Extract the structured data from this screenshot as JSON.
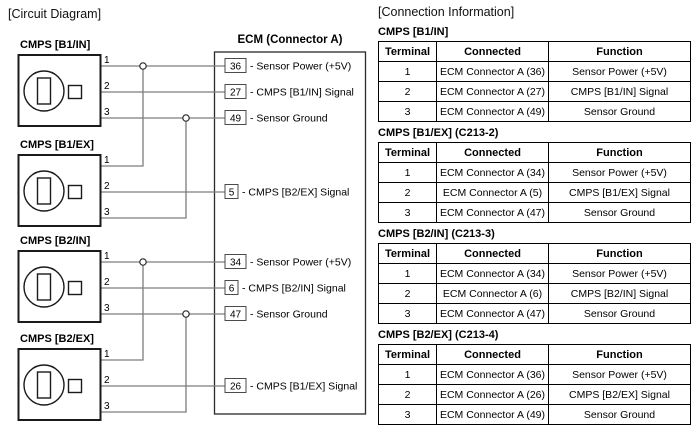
{
  "colors": {
    "wire_gray": "#7d7d7d",
    "line_black": "#1a1a1a",
    "text": "#000000",
    "background": "#ffffff"
  },
  "circuit": {
    "section_title": "[Circuit Diagram]",
    "ecm": {
      "title": "ECM (Connector A)"
    },
    "pin_labels": [
      "1",
      "2",
      "3"
    ],
    "sensors": [
      {
        "label": "CMPS [B1/IN]"
      },
      {
        "label": "CMPS [B1/EX]"
      },
      {
        "label": "CMPS [B2/IN]"
      },
      {
        "label": "CMPS [B2/EX]"
      }
    ],
    "ecm_pins": [
      {
        "num": "36",
        "label": "- Sensor Power (+5V)"
      },
      {
        "num": "27",
        "label": "- CMPS [B1/IN] Signal"
      },
      {
        "num": "49",
        "label": "- Sensor Ground"
      },
      {
        "num": "5",
        "label": "- CMPS [B2/EX] Signal"
      },
      {
        "num": "34",
        "label": "- Sensor Power (+5V)"
      },
      {
        "num": "6",
        "label": "- CMPS [B2/IN] Signal"
      },
      {
        "num": "47",
        "label": "- Sensor Ground"
      },
      {
        "num": "26",
        "label": "- CMPS [B1/EX] Signal"
      }
    ]
  },
  "connection_info": {
    "section_title": "[Connection Information]",
    "headers": {
      "terminal": "Terminal",
      "connected": "Connected",
      "function": "Function"
    },
    "tables": [
      {
        "title": "CMPS [B1/IN]",
        "rows": [
          [
            "1",
            "ECM Connector A (36)",
            "Sensor Power (+5V)"
          ],
          [
            "2",
            "ECM Connector A (27)",
            "CMPS [B1/IN] Signal"
          ],
          [
            "3",
            "ECM Connector A (49)",
            "Sensor Ground"
          ]
        ]
      },
      {
        "title": "CMPS [B1/EX] (C213-2)",
        "rows": [
          [
            "1",
            "ECM Connector A (34)",
            "Sensor Power (+5V)"
          ],
          [
            "2",
            "ECM Connector A (5)",
            "CMPS [B1/EX] Signal"
          ],
          [
            "3",
            "ECM Connector A (47)",
            "Sensor Ground"
          ]
        ]
      },
      {
        "title": "CMPS [B2/IN] (C213-3)",
        "rows": [
          [
            "1",
            "ECM Connector A (34)",
            "Sensor Power (+5V)"
          ],
          [
            "2",
            "ECM Connector A (6)",
            "CMPS [B2/IN] Signal"
          ],
          [
            "3",
            "ECM Connector A (47)",
            "Sensor Ground"
          ]
        ]
      },
      {
        "title": "CMPS [B2/EX] (C213-4)",
        "rows": [
          [
            "1",
            "ECM Connector A (36)",
            "Sensor Power (+5V)"
          ],
          [
            "2",
            "ECM Connector A (26)",
            "CMPS [B2/EX] Signal"
          ],
          [
            "3",
            "ECM Connector A (49)",
            "Sensor Ground"
          ]
        ]
      }
    ]
  }
}
